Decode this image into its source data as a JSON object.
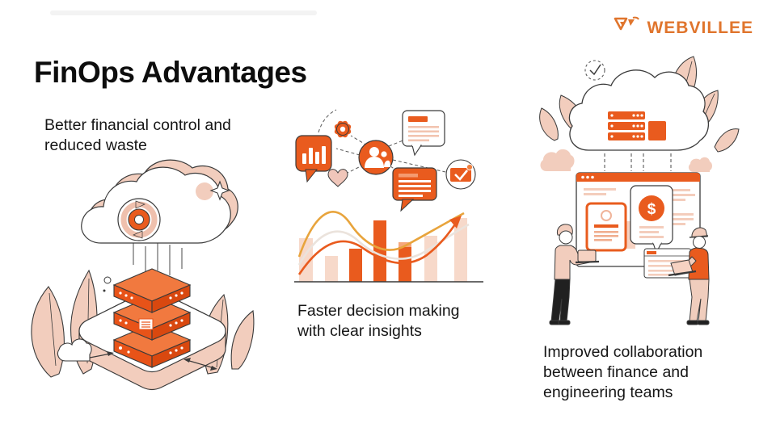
{
  "slide": {
    "title": "FinOps Advantages",
    "logo": {
      "text": "WEBVILLEE"
    },
    "sections": [
      {
        "id": "financial-control",
        "caption": "Better financial control and reduced waste",
        "icons": [
          "cloud-icon",
          "coin-sync-icon",
          "server-stack-icon",
          "platform-icon",
          "plant-icon",
          "sparkle-icon",
          "mini-cloud-icon",
          "expand-arrows-icon"
        ]
      },
      {
        "id": "decision-making",
        "caption": "Faster decision making with clear insights",
        "icons": [
          "bar-chart-bubble-icon",
          "gear-icon",
          "chat-bubble-icon",
          "team-circle-icon",
          "heart-icon",
          "message-bubble-icon",
          "mail-check-icon",
          "trend-arrow-icon",
          "bar-chart"
        ]
      },
      {
        "id": "collaboration",
        "caption": "Improved collaboration between finance and engineering teams",
        "icons": [
          "check-circle-icon",
          "cloud-server-icon",
          "browser-window-icon",
          "document-icon",
          "dollar-bubble-icon",
          "note-card-icon",
          "person-with-laptop-icon",
          "person-with-laptop-icon"
        ]
      }
    ],
    "colors": {
      "orange": "#E95B1E",
      "orange_dark": "#D9480F",
      "salmon": "#F2CDBD",
      "salmon_light": "#F7DACB",
      "gold": "#E8A43C",
      "logo_orange": "#E0752D",
      "outline": "#3A3A3A",
      "text": "#161616"
    }
  }
}
